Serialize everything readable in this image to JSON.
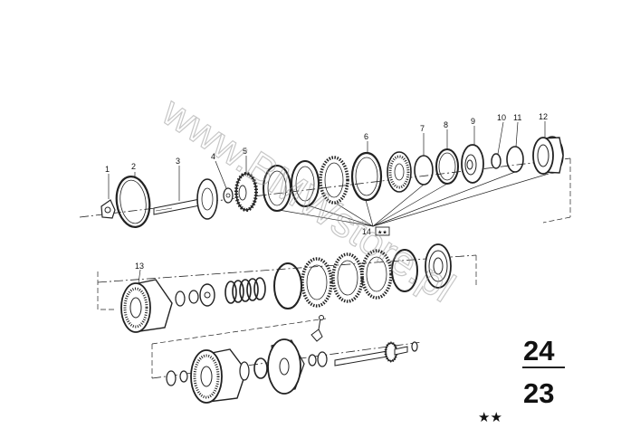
{
  "watermark": "www.BMWstore.pl",
  "callouts": {
    "c1": "1",
    "c2": "2",
    "c3": "3",
    "c4": "4",
    "c5": "5",
    "c6": "6",
    "c7": "7",
    "c8": "8",
    "c9": "9",
    "c10": "10",
    "c11": "11",
    "c12": "12",
    "c13": "13",
    "c14": "14"
  },
  "callout_14_badge": "★★",
  "page": {
    "top": "24",
    "bottom": "23"
  },
  "stars": "★★"
}
